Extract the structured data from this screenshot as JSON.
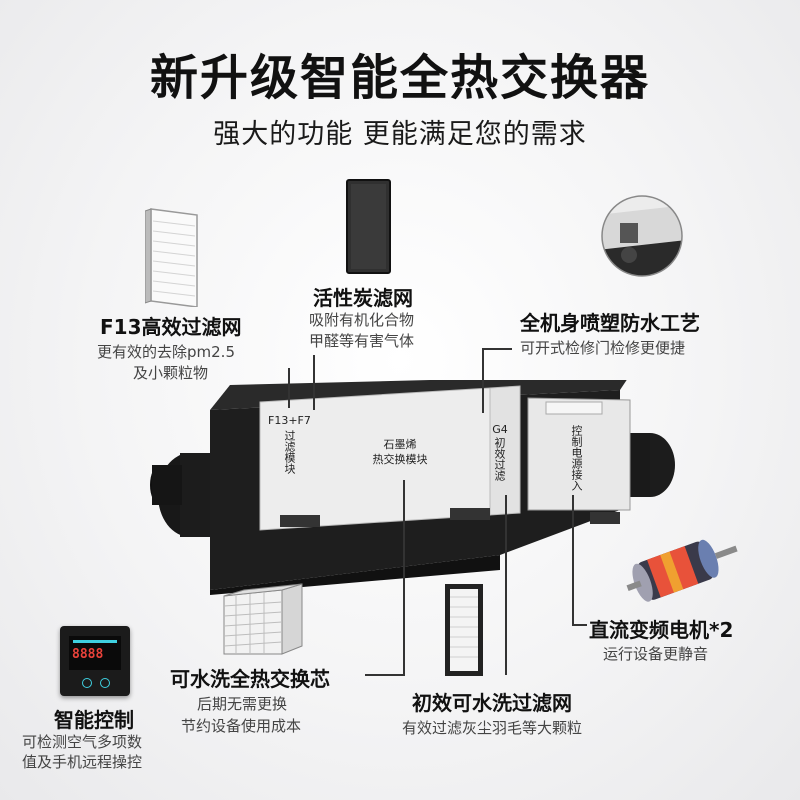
{
  "header": {
    "title": "新升级智能全热交换器",
    "subtitle": "强大的功能 更能满足您的需求"
  },
  "features": {
    "f13": {
      "title": "F13高效过滤网",
      "desc1": "更有效的去除pm2.5",
      "desc2": "及小颗粒物"
    },
    "carbon": {
      "title": "活性炭滤网",
      "desc1": "吸附有机化合物",
      "desc2": "甲醛等有害气体"
    },
    "spray": {
      "title": "全机身喷塑防水工艺",
      "desc1": "可开式检修门检修更便捷"
    },
    "motor": {
      "title": "直流变频电机*2",
      "desc1": "运行设备更静音"
    },
    "core": {
      "title": "可水洗全热交换芯",
      "desc1": "后期无需更换",
      "desc2": "节约设备使用成本"
    },
    "primary": {
      "title": "初效可水洗过滤网",
      "desc1": "有效过滤灰尘羽毛等大颗粒"
    },
    "control": {
      "title": "智能控制",
      "desc1": "可检测空气多项数",
      "desc2": "值及手机远程操控"
    }
  },
  "unit_labels": {
    "filter_module": "F13+F7",
    "filter_module_sub": "过滤模块",
    "graphene_1": "石墨烯",
    "graphene_2": "热交换模块",
    "g4": "G4",
    "g4_sub": "初效过滤",
    "power": "控制电源接入"
  },
  "controller": {
    "display": "8888"
  },
  "colors": {
    "unit_black": "#1e1e1e",
    "unit_panel": "#ededed",
    "display_red": "#e8423a",
    "display_cyan": "#3fd0e0"
  }
}
